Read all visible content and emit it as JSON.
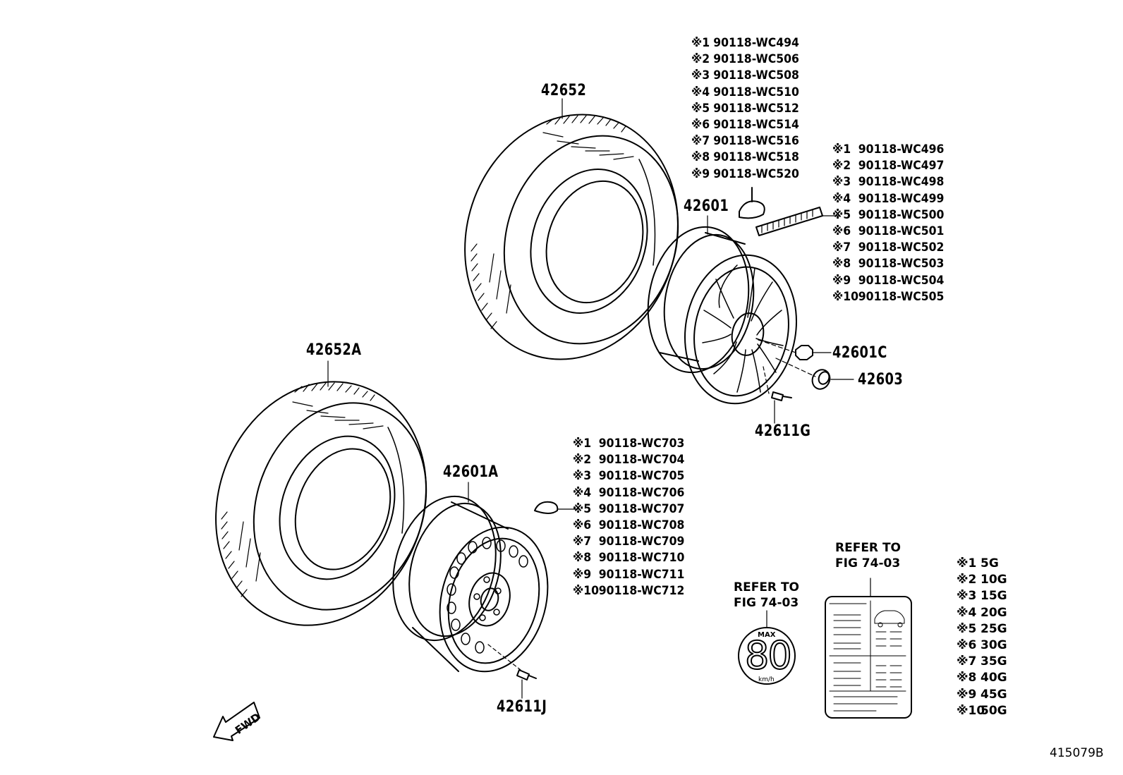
{
  "parts": {
    "tire_upper": "42652",
    "tire_lower": "42652A",
    "wheel_upper": "42601",
    "wheel_lower": "42601A",
    "nut": "42601C",
    "cap": "42603",
    "valve_upper": "42611G",
    "valve_lower": "42611J"
  },
  "sensor_list_upper": [
    {
      "mark": "※1",
      "part": "90118-WC494"
    },
    {
      "mark": "※2",
      "part": "90118-WC506"
    },
    {
      "mark": "※3",
      "part": "90118-WC508"
    },
    {
      "mark": "※4",
      "part": "90118-WC510"
    },
    {
      "mark": "※5",
      "part": "90118-WC512"
    },
    {
      "mark": "※6",
      "part": "90118-WC514"
    },
    {
      "mark": "※7",
      "part": "90118-WC516"
    },
    {
      "mark": "※8",
      "part": "90118-WC518"
    },
    {
      "mark": "※9",
      "part": "90118-WC520"
    }
  ],
  "weight_list_upper": [
    {
      "mark": "※1",
      "part": "90118-WC496"
    },
    {
      "mark": "※2",
      "part": "90118-WC497"
    },
    {
      "mark": "※3",
      "part": "90118-WC498"
    },
    {
      "mark": "※4",
      "part": "90118-WC499"
    },
    {
      "mark": "※5",
      "part": "90118-WC500"
    },
    {
      "mark": "※6",
      "part": "90118-WC501"
    },
    {
      "mark": "※7",
      "part": "90118-WC502"
    },
    {
      "mark": "※8",
      "part": "90118-WC503"
    },
    {
      "mark": "※9",
      "part": "90118-WC504"
    },
    {
      "mark": "※10",
      "part": "90118-WC505"
    }
  ],
  "weight_list_lower": [
    {
      "mark": "※1",
      "part": "90118-WC703"
    },
    {
      "mark": "※2",
      "part": "90118-WC704"
    },
    {
      "mark": "※3",
      "part": "90118-WC705"
    },
    {
      "mark": "※4",
      "part": "90118-WC706"
    },
    {
      "mark": "※5",
      "part": "90118-WC707"
    },
    {
      "mark": "※6",
      "part": "90118-WC708"
    },
    {
      "mark": "※7",
      "part": "90118-WC709"
    },
    {
      "mark": "※8",
      "part": "90118-WC710"
    },
    {
      "mark": "※9",
      "part": "90118-WC711"
    },
    {
      "mark": "※10",
      "part": "90118-WC712"
    }
  ],
  "weight_grams": [
    {
      "mark": "※1",
      "value": "5G"
    },
    {
      "mark": "※2",
      "value": "10G"
    },
    {
      "mark": "※3",
      "value": "15G"
    },
    {
      "mark": "※4",
      "value": "20G"
    },
    {
      "mark": "※5",
      "value": "25G"
    },
    {
      "mark": "※6",
      "value": "30G"
    },
    {
      "mark": "※7",
      "value": "35G"
    },
    {
      "mark": "※8",
      "value": "40G"
    },
    {
      "mark": "※9",
      "value": "45G"
    },
    {
      "mark": "※10",
      "value": "50G"
    }
  ],
  "refer_speed": {
    "line1": "REFER TO",
    "line2": "FIG 74-03"
  },
  "refer_label": {
    "line1": "REFER TO",
    "line2": "FIG 74-03"
  },
  "speed_label": {
    "max": "MAX",
    "value": "80",
    "unit": "km/h"
  },
  "fwd": "FWD",
  "figure_id": "415079B"
}
